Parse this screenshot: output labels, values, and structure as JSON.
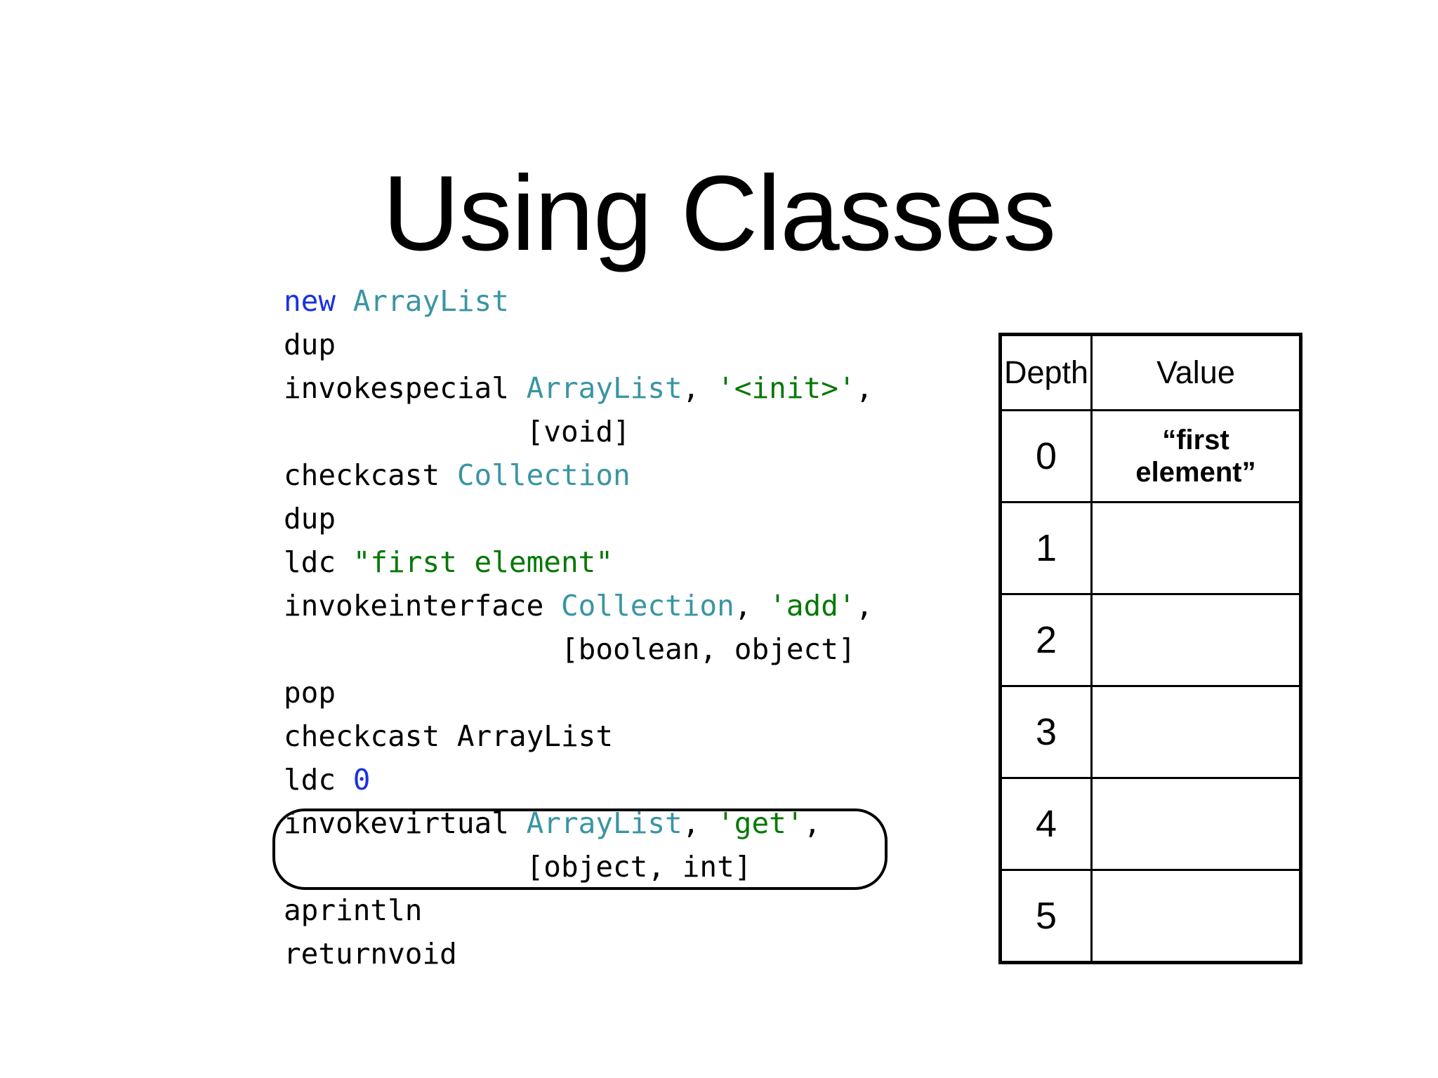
{
  "slide": {
    "title": "Using Classes",
    "background_color": "#ffffff"
  },
  "palette": {
    "keyword_blue": "#1a32e0",
    "type_teal": "#3a95a3",
    "string_green": "#067806",
    "text_black": "#000000"
  },
  "code": {
    "language": "jvm-bytecode",
    "lines": [
      {
        "id": "line-new",
        "tokens": [
          {
            "text": "new ",
            "kind": "keyword"
          },
          {
            "text": "ArrayList",
            "kind": "type"
          }
        ]
      },
      {
        "id": "line-dup-1",
        "tokens": [
          {
            "text": "dup",
            "kind": "plain"
          }
        ]
      },
      {
        "id": "line-invokespecial",
        "tokens": [
          {
            "text": "invokespecial ",
            "kind": "plain"
          },
          {
            "text": "ArrayList",
            "kind": "type"
          },
          {
            "text": ", ",
            "kind": "plain"
          },
          {
            "text": "'<init>'",
            "kind": "string"
          },
          {
            "text": ",",
            "kind": "plain"
          }
        ]
      },
      {
        "id": "line-invokespecial-cont",
        "tokens": [
          {
            "text": "              [void]",
            "kind": "plain"
          }
        ]
      },
      {
        "id": "line-checkcast-collection",
        "tokens": [
          {
            "text": "checkcast ",
            "kind": "plain"
          },
          {
            "text": "Collection",
            "kind": "type"
          }
        ]
      },
      {
        "id": "line-dup-2",
        "tokens": [
          {
            "text": "dup",
            "kind": "plain"
          }
        ]
      },
      {
        "id": "line-ldc-string",
        "tokens": [
          {
            "text": "ldc ",
            "kind": "plain"
          },
          {
            "text": "\"first element\"",
            "kind": "string"
          }
        ]
      },
      {
        "id": "line-invokeinterface",
        "tokens": [
          {
            "text": "invokeinterface ",
            "kind": "plain"
          },
          {
            "text": "Collection",
            "kind": "type"
          },
          {
            "text": ", ",
            "kind": "plain"
          },
          {
            "text": "'add'",
            "kind": "string"
          },
          {
            "text": ",",
            "kind": "plain"
          }
        ]
      },
      {
        "id": "line-invokeinterface-cont",
        "tokens": [
          {
            "text": "                [boolean, object]",
            "kind": "plain"
          }
        ]
      },
      {
        "id": "line-pop",
        "tokens": [
          {
            "text": "pop",
            "kind": "plain"
          }
        ]
      },
      {
        "id": "line-checkcast-arraylist",
        "tokens": [
          {
            "text": "checkcast ArrayList",
            "kind": "plain"
          }
        ]
      },
      {
        "id": "line-ldc-zero",
        "tokens": [
          {
            "text": "ldc ",
            "kind": "plain"
          },
          {
            "text": "0",
            "kind": "number"
          }
        ]
      },
      {
        "id": "line-invokevirtual",
        "highlighted": true,
        "tokens": [
          {
            "text": "invokevirtual ",
            "kind": "plain"
          },
          {
            "text": "ArrayList",
            "kind": "type"
          },
          {
            "text": ", ",
            "kind": "plain"
          },
          {
            "text": "'get'",
            "kind": "string"
          },
          {
            "text": ",",
            "kind": "plain"
          }
        ]
      },
      {
        "id": "line-invokevirtual-cont",
        "highlighted": true,
        "tokens": [
          {
            "text": "              [object, int]",
            "kind": "plain"
          }
        ]
      },
      {
        "id": "line-aprintln",
        "tokens": [
          {
            "text": "aprintln",
            "kind": "plain"
          }
        ]
      },
      {
        "id": "line-returnvoid",
        "tokens": [
          {
            "text": "returnvoid",
            "kind": "plain"
          }
        ]
      }
    ]
  },
  "stack_table": {
    "headers": [
      "Depth",
      "Value"
    ],
    "rows": [
      {
        "depth": "0",
        "value": "“first element”"
      },
      {
        "depth": "1",
        "value": ""
      },
      {
        "depth": "2",
        "value": ""
      },
      {
        "depth": "3",
        "value": ""
      },
      {
        "depth": "4",
        "value": ""
      },
      {
        "depth": "5",
        "value": ""
      }
    ]
  }
}
